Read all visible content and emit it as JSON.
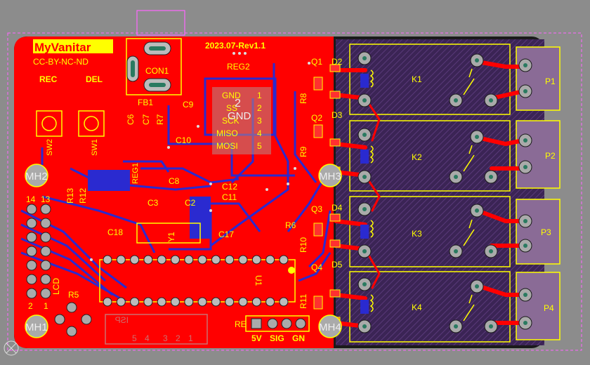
{
  "board": {
    "title": "MyVanitar",
    "license": "CC-BY-NC-ND",
    "revision": "2023.07-Rev1.1"
  },
  "buttons": {
    "rec": "REC",
    "del": "DEL",
    "sw1": "SW1",
    "sw2": "SW2"
  },
  "connectors": {
    "con1": "CON1",
    "reg1": "REG1",
    "reg2": "REG2",
    "reg2_pins": [
      "GND",
      "SS",
      "SCK",
      "MISO",
      "MOSI"
    ],
    "reg2_pin_nums": [
      "1",
      "2",
      "3",
      "4",
      "5"
    ],
    "reg2_center": "2",
    "reg2_center_label": "GND",
    "isp": "ISP",
    "isp_pins": [
      "1",
      "2",
      "3",
      "4",
      "5"
    ],
    "lcd": "LCD",
    "lcd_pins_top": [
      "14",
      "13"
    ],
    "lcd_pins_bottom": [
      "2",
      "1"
    ],
    "power": [
      "5V",
      "SIG",
      "GN"
    ],
    "re": "RE"
  },
  "components": {
    "fb1": "FB1",
    "c6": "C6",
    "c7": "C7",
    "r7": "R7",
    "c9": "C9",
    "c10": "C10",
    "c8": "C8",
    "c12": "C12",
    "c11": "C11",
    "r13": "R13",
    "r12": "R12",
    "c3": "C3",
    "c2": "C2",
    "y1": "Y1",
    "c18": "C18",
    "c17": "C17",
    "r5": "R5",
    "r6": "R6",
    "u1": "U1"
  },
  "mounting_holes": [
    "MH1",
    "MH2",
    "MH3",
    "MH4"
  ],
  "channels": [
    {
      "q": "Q1",
      "d": "D2",
      "r": "R8",
      "k": "K1",
      "p": "P1"
    },
    {
      "q": "Q2",
      "d": "D3",
      "r": "R9",
      "k": "K2",
      "p": "P2"
    },
    {
      "q": "Q3",
      "d": "D4",
      "r": "R10",
      "k": "K3",
      "p": "P3"
    },
    {
      "q": "Q4",
      "d": "D5",
      "r": "R11",
      "k": "K4",
      "p": "P4"
    }
  ],
  "colors": {
    "background": "#8c8c8c",
    "copper_top": "#ff0000",
    "copper_bottom": "#2222dd",
    "silkscreen": "#ffff00",
    "relay_area": "#4a2a66",
    "pad": "#bbbbbb",
    "outline": "#ff00ff"
  }
}
